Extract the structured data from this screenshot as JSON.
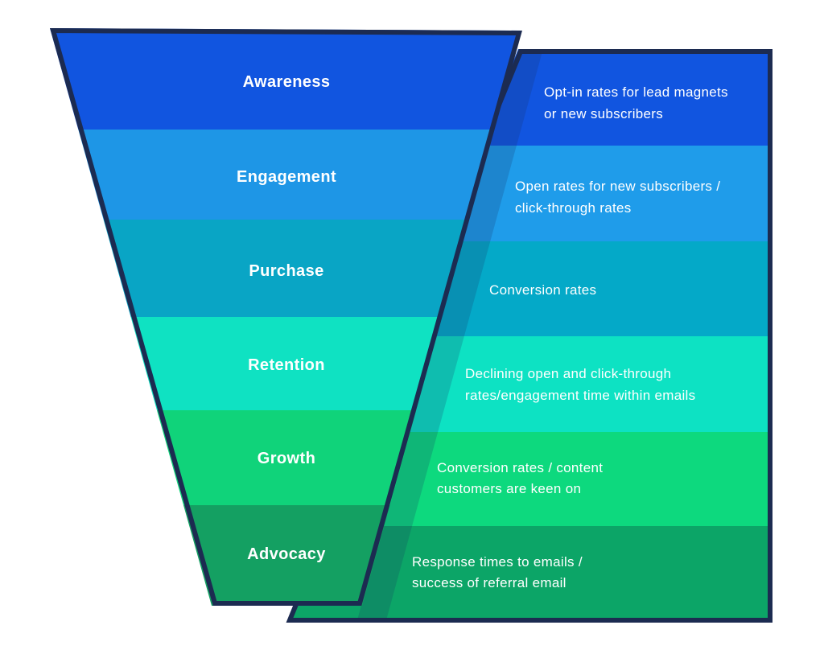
{
  "colors": {
    "background": "#FFFFFF",
    "border": "#1C2B51",
    "text": "#FFFFFF",
    "funnel_shadow": "#1B2D5E"
  },
  "funnel": {
    "stages": [
      {
        "label": "Awareness",
        "color": "#1155E0"
      },
      {
        "label": "Engagement",
        "color": "#1E96E6"
      },
      {
        "label": "Purchase",
        "color": "#09A5C5"
      },
      {
        "label": "Retention",
        "color": "#0FE2C2"
      },
      {
        "label": "Growth",
        "color": "#10D37A"
      },
      {
        "label": "Advocacy",
        "color": "#14A062"
      }
    ]
  },
  "metrics_panel": {
    "items": [
      {
        "color": "#1155E0",
        "line1": "Opt-in rates for lead magnets",
        "line2": "or new subscribers"
      },
      {
        "color": "#1F9CEA",
        "line1": "Open rates for new subscribers /",
        "line2": "click-through rates"
      },
      {
        "color": "#04A9C8",
        "line1": "Conversion rates",
        "line2": ""
      },
      {
        "color": "#0DE2C3",
        "line1": "Declining open and click-through",
        "line2": "rates/engagement time within emails"
      },
      {
        "color": "#0DD97E",
        "line1": "Conversion rates / content",
        "line2": "customers are keen on"
      },
      {
        "color": "#0CA567",
        "line1": "Response times to emails /",
        "line2": "success of referral email"
      }
    ]
  }
}
